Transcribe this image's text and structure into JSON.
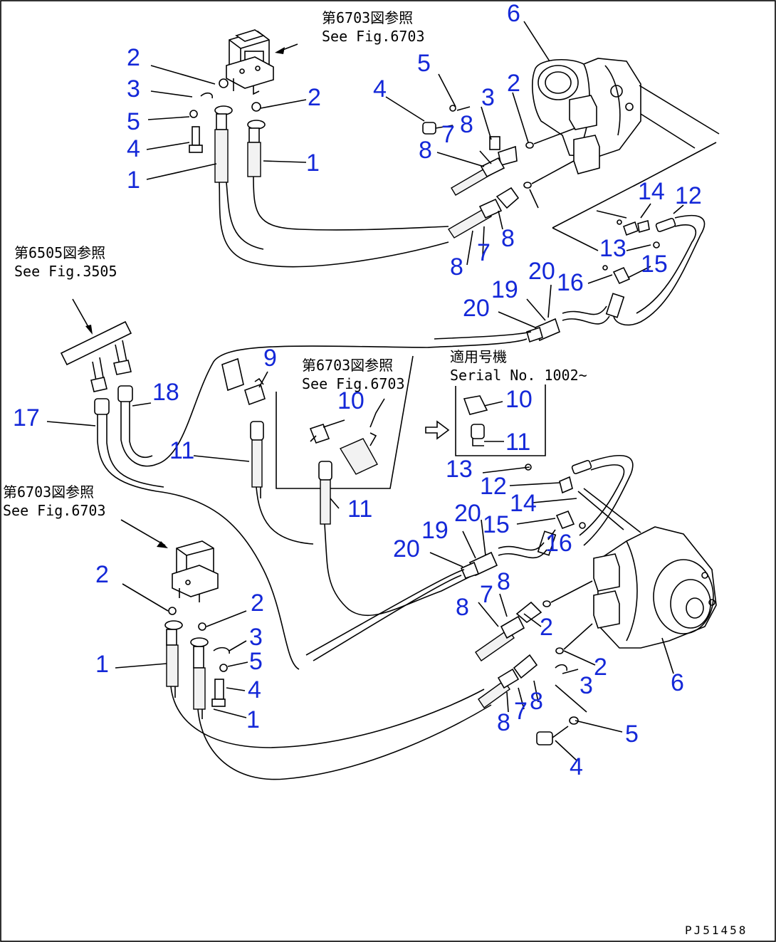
{
  "diagram": {
    "drawing_code": "PJ51458",
    "refs": {
      "top_valve": [
        "第6703図参照",
        "See Fig.6703"
      ],
      "pipe": [
        "第6505図参照",
        "See Fig.3505"
      ],
      "bottom_valve": [
        "第6703図参照",
        "See Fig.6703"
      ],
      "inset": [
        "第6703図参照",
        "See Fig.6703"
      ]
    },
    "serial": [
      "適用号機",
      "Serial No. 1002~"
    ],
    "callouts": [
      "6",
      "2",
      "5",
      "3",
      "4",
      "8",
      "7",
      "8",
      "2",
      "3",
      "5",
      "4",
      "1",
      "1",
      "2",
      "14",
      "12",
      "8",
      "7",
      "8",
      "13",
      "15",
      "20",
      "16",
      "19",
      "20",
      "9",
      "10",
      "11",
      "18",
      "17",
      "11",
      "11",
      "10",
      "11",
      "13",
      "12",
      "14",
      "20",
      "15",
      "19",
      "20",
      "16",
      "8",
      "7",
      "8",
      "2",
      "2",
      "3",
      "5",
      "4",
      "1",
      "1",
      "2",
      "3",
      "5",
      "4",
      "8",
      "7",
      "8",
      "6",
      "2"
    ]
  }
}
